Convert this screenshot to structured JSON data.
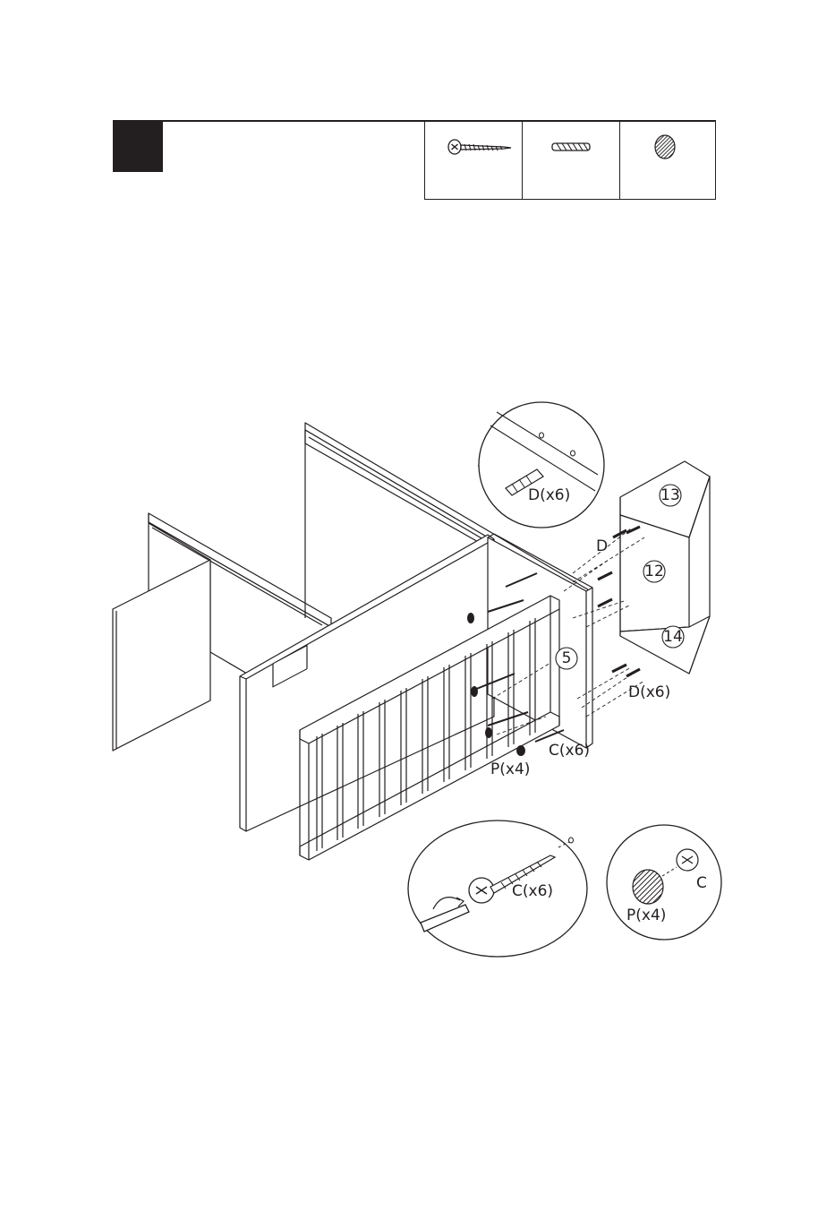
{
  "header": {
    "step_number": "",
    "hardware": [
      {
        "icon": "wood-screw-icon"
      },
      {
        "icon": "wooden-dowel-icon"
      },
      {
        "icon": "cover-cap-icon"
      }
    ]
  },
  "parts": {
    "panel_5": "5",
    "panel_12": "12",
    "panel_13": "13",
    "panel_14": "14"
  },
  "callouts": {
    "dowel_zoom": "D(x6)",
    "dowel_single": "D",
    "dowel_side": "D(x6)",
    "screw_main": "C(x6)",
    "cap_main": "P(x4)",
    "screw_zoom": "C(x6)",
    "cap_zoom_cap": "P(x4)",
    "cap_zoom_screw": "C"
  },
  "colors": {
    "line": "#231f20",
    "paper": "#ffffff"
  }
}
